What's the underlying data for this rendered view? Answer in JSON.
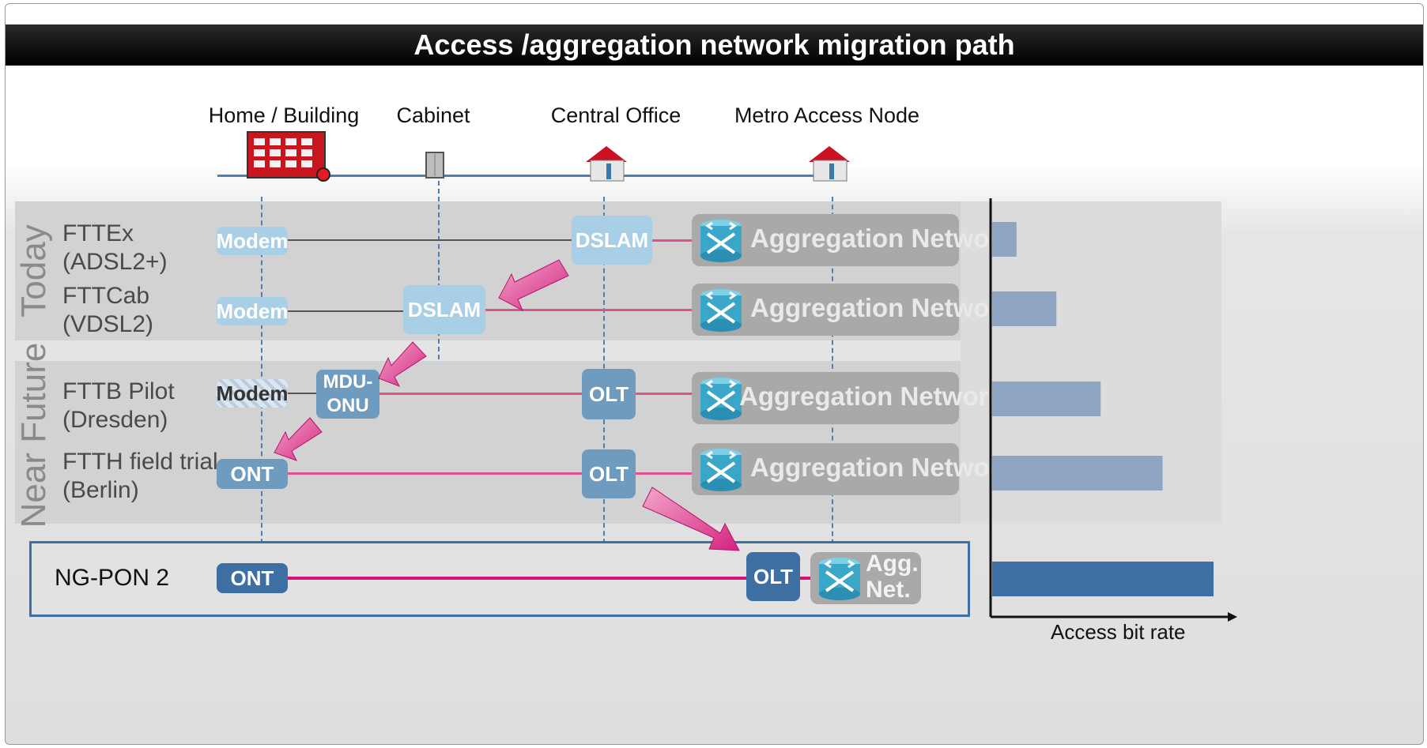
{
  "title": "Access /aggregation network migration path",
  "locations": [
    "Home / Building",
    "Cabinet",
    "Central Office",
    "Metro Access Node"
  ],
  "eras": {
    "today": "Today",
    "near_future": "Near Future"
  },
  "rows": [
    {
      "label1": "FTTEx",
      "label2": "(ADSL2+)",
      "cpe": "Modem",
      "mid": "",
      "co": "DSLAM",
      "agg": "Aggregation Network"
    },
    {
      "label1": "FTTCab",
      "label2": "(VDSL2)",
      "cpe": "Modem",
      "mid": "DSLAM",
      "co": "",
      "agg": "Aggregation Network"
    },
    {
      "label1": "FTTB Pilot",
      "label2": "(Dresden)",
      "cpe": "Modem",
      "mid": "MDU-ONU",
      "co": "OLT",
      "agg": "Aggregation Network"
    },
    {
      "label1": "FTTH field trial",
      "label2": "(Berlin)",
      "cpe": "ONT",
      "mid": "",
      "co": "OLT",
      "agg": "Aggregation Network"
    }
  ],
  "ngpon": {
    "label": "NG-PON 2",
    "cpe": "ONT",
    "olt": "OLT",
    "agg1": "Agg.",
    "agg2": "Net."
  },
  "bar_axis_label": "Access bit rate",
  "chart_data": {
    "type": "bar",
    "categories": [
      "FTTEx (ADSL2+)",
      "FTTCab (VDSL2)",
      "FTTB Pilot (Dresden)",
      "FTTH field trial (Berlin)",
      "NG-PON 2"
    ],
    "values": [
      11,
      29,
      49,
      77,
      100
    ],
    "xlabel": "Access bit rate"
  },
  "colors": {
    "pink": "#e0528f",
    "dark_blue": "#3e6fa3",
    "light_blue": "#a8cfe6",
    "band_grey": "#d2d2d2",
    "router_red": "#cc1122"
  }
}
